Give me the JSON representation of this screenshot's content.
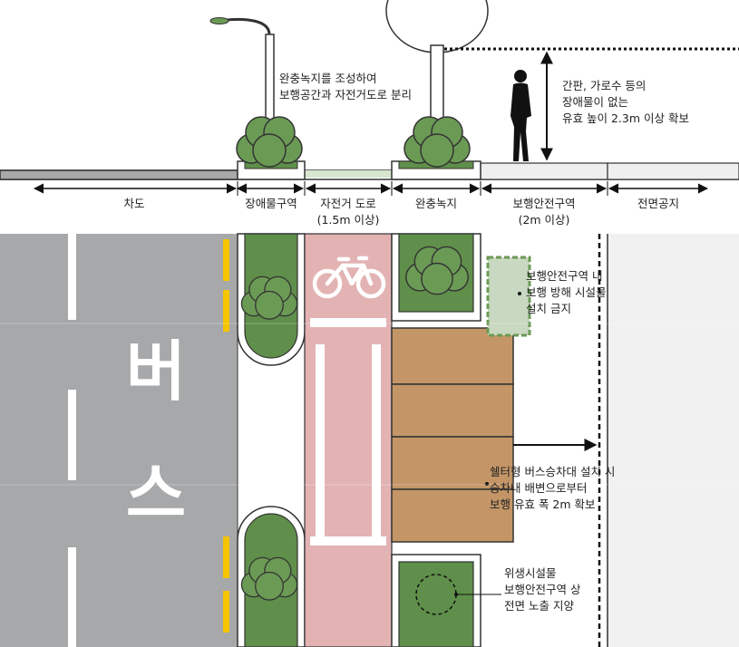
{
  "section": {
    "zones": [
      {
        "key": "road",
        "label": "차도"
      },
      {
        "key": "obstacle",
        "label": "장애물구역"
      },
      {
        "key": "bike",
        "label": "자전거 도로",
        "sub": "(1.5m 이상)"
      },
      {
        "key": "buffer",
        "label": "완충녹지"
      },
      {
        "key": "walk",
        "label": "보행안전구역",
        "sub": "(2m 이상)"
      },
      {
        "key": "front",
        "label": "전면공지"
      }
    ],
    "note_buffer": [
      "완충녹지를 조성하여",
      "보행공간과 자전거도로 분리"
    ],
    "note_clearance": [
      "간판, 가로수 등의",
      "장애물이 없는",
      "유효 높이 2.3m 이상 확보"
    ]
  },
  "plan": {
    "road_marking": [
      "버",
      "스"
    ],
    "note_no_obstacle": [
      "보행안전구역 내",
      "보행 방해 시설물",
      "설치 금지"
    ],
    "note_shelter": [
      "쉘터형 버스승차대 설치 시",
      "승차내 배변으로부터",
      "보행 유효 폭 2m 확보"
    ],
    "note_sanitary": [
      "위생시설물",
      "보행안전구역 상",
      "전면 노출 지양"
    ]
  },
  "colors": {
    "road": "#a7a8aa",
    "bike_lane": "#e3b3b4",
    "tree_green": "#6b9a55",
    "planter_green": "#5f8f4a",
    "shelter": "#c49667",
    "no_obstacle_zone": "#c9d8c0",
    "lane_yellow": "#f4c400",
    "frontage": "#f1f1f1"
  },
  "icons": [
    "streetlamp-icon",
    "tree-icon",
    "pedestrian-icon",
    "bicycle-icon",
    "arrow-icon"
  ]
}
